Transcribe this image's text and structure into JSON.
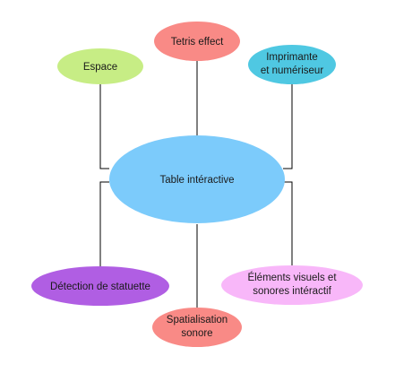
{
  "diagram": {
    "central": {
      "label": "Table intéractive",
      "color": "#7ccbfb"
    },
    "tetris": {
      "label": "Tetris effect",
      "color": "#f98a86"
    },
    "espace": {
      "label": "Espace",
      "color": "#c7ed85"
    },
    "imprimante": {
      "line1": "Imprimante",
      "line2": "et numériseur",
      "color": "#4fc8e2"
    },
    "detection": {
      "label": "Détection de statuette",
      "color": "#b05ee3"
    },
    "spatialisation": {
      "line1": "Spatialisation",
      "line2": "sonore",
      "color": "#f98a86"
    },
    "elements": {
      "line1": "Éléments visuels et",
      "line2": "sonores intéractif",
      "color": "#f8b7f9"
    }
  }
}
